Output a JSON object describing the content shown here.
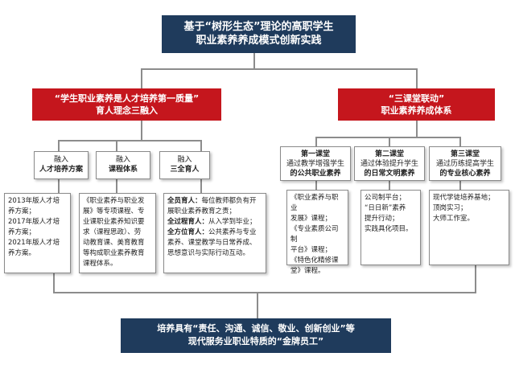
{
  "top": {
    "line1": "基于“树形生态”理论的高职学生",
    "line2": "职业素养养成模式创新实践"
  },
  "left_branch": {
    "line1": "“学生职业素养是人才培养第一质量”",
    "line2": "育人理念三融入"
  },
  "right_branch": {
    "line1": "“三课堂联动”",
    "line2": "职业素养养成体系"
  },
  "left_cols": [
    {
      "prefix": "融入",
      "title": "人才培养方案"
    },
    {
      "prefix": "融入",
      "title": "课程体系"
    },
    {
      "prefix": "融入",
      "title": "三全育人"
    }
  ],
  "right_cols": [
    {
      "title": "第一课堂",
      "line2": "通过教学增强学生",
      "line3": "的公共职业素养"
    },
    {
      "title": "第二课堂",
      "line2": "通过体验提升学生",
      "line3": "的日常文明素养"
    },
    {
      "title": "第三课堂",
      "line2": "通过历练提高学生",
      "line3": "的专业核心素养"
    }
  ],
  "details": {
    "plan": [
      "2013年版人才培",
      "养方案；",
      "2017年版人才培",
      "养方案；",
      "2021年版人才培",
      "养方案。"
    ],
    "curriculum": [
      "《职业素养与职业发",
      "展》等专项课程、专",
      "业课职业素养知识要",
      "求（课程思政）、劳",
      "动教育课、美育教育",
      "等构成职业素养教育",
      "课程体系。"
    ],
    "sanquan": [
      {
        "label": "全员育人：",
        "text": "每位教师都负有开"
      },
      {
        "label": "",
        "text": "展职业素养教育之责；"
      },
      {
        "label": "全过程育人：",
        "text": "从入学到毕业；"
      },
      {
        "label": "全方位育人：",
        "text": "公共素养与专业"
      },
      {
        "label": "",
        "text": "素养、课堂教学与日常养成、"
      },
      {
        "label": "",
        "text": "思想意识与实际行动互动。"
      }
    ],
    "first": [
      "《职业素养与职业",
      "发展》课程；",
      "《专业素质公司制",
      "平台》课程；",
      "《特色化精修课",
      "堂》课程。"
    ],
    "second": [
      "公司制平台；",
      "“日日新”素养",
      "提升行动；",
      "实践具化项目。"
    ],
    "third": [
      "现代学徒培养基地；",
      "顶岗实习；",
      "大师工作室。"
    ]
  },
  "bottom": {
    "line1": "培养具有“责任、沟通、诚信、敬业、创新创业”等",
    "line2": "现代服务业职业特质的“金牌员工”"
  }
}
